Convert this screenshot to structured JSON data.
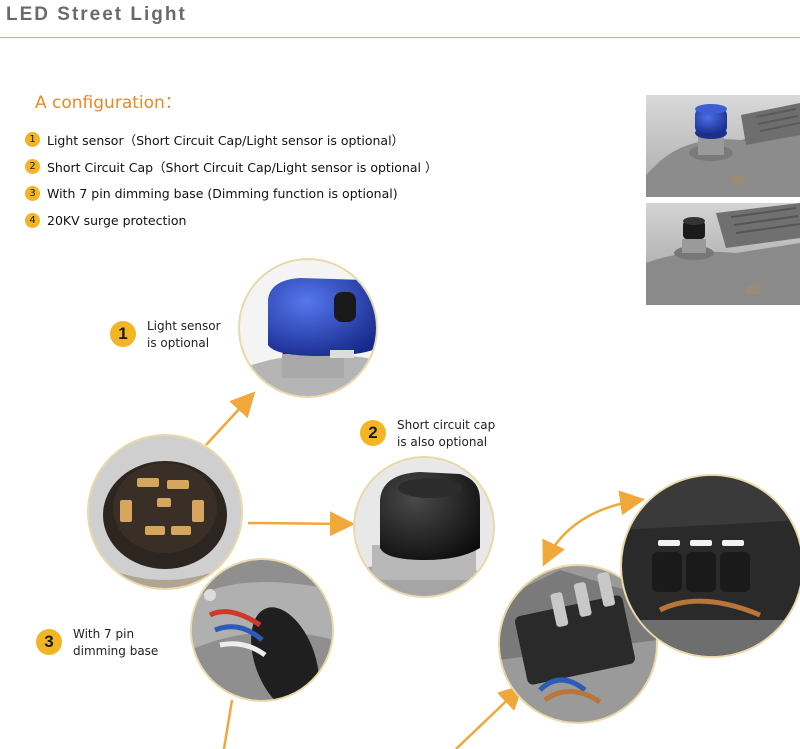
{
  "header": {
    "title": "LED Street Light"
  },
  "section": {
    "title": "A configuration："
  },
  "config_items": [
    {
      "number": "1",
      "text": "Light sensor（Short Circuit Cap/Light sensor is optional）"
    },
    {
      "number": "2",
      "text": "Short Circuit Cap（Short Circuit Cap/Light sensor is optional ）"
    },
    {
      "number": "3",
      "text": "With 7 pin dimming base (Dimming function is optional)"
    },
    {
      "number": "4",
      "text": "20KV surge protection"
    }
  ],
  "callouts": [
    {
      "number": "1",
      "text": "Light sensor\nis optional"
    },
    {
      "number": "2",
      "text": "Short circuit cap\nis also optional"
    },
    {
      "number": "3",
      "text": "With 7 pin\ndimming base"
    }
  ],
  "colors": {
    "accent": "#f3b523",
    "title_orange": "#e8892a",
    "rule": "#e8a84a",
    "arrow": "#f0a83a",
    "sensor_blue": "#2a47b8"
  }
}
